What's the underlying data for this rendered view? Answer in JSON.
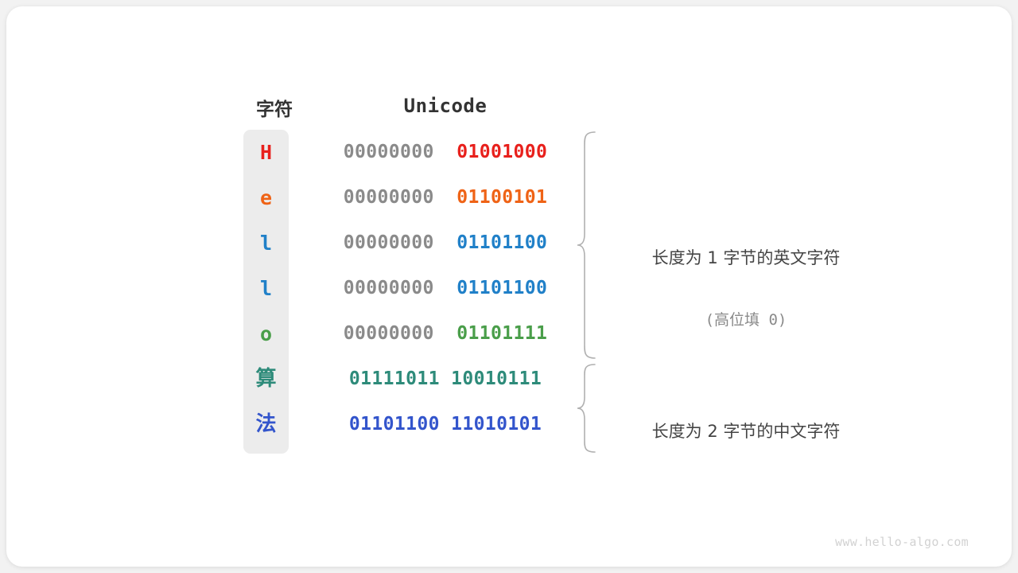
{
  "headers": {
    "char": "字符",
    "unicode": "Unicode"
  },
  "rows": [
    {
      "char": "H",
      "char_color": "#e8201c",
      "high_bits": "00000000",
      "low_bits": "01001000",
      "low_color": "#e8201c",
      "cjk": false
    },
    {
      "char": "e",
      "char_color": "#ef6316",
      "high_bits": "00000000",
      "low_bits": "01100101",
      "low_color": "#ef6316",
      "cjk": false
    },
    {
      "char": "l",
      "char_color": "#2080c8",
      "high_bits": "00000000",
      "low_bits": "01101100",
      "low_color": "#2080c8",
      "cjk": false
    },
    {
      "char": "l",
      "char_color": "#2080c8",
      "high_bits": "00000000",
      "low_bits": "01101100",
      "low_color": "#2080c8",
      "cjk": false
    },
    {
      "char": "o",
      "char_color": "#4a9e4a",
      "high_bits": "00000000",
      "low_bits": "01101111",
      "low_color": "#4a9e4a",
      "cjk": false
    },
    {
      "char": "算",
      "char_color": "#2e8b7a",
      "high_bits": "",
      "low_bits": "01111011 10010111",
      "low_color": "#2e8b7a",
      "cjk": true
    },
    {
      "char": "法",
      "char_color": "#3355cc",
      "high_bits": "",
      "low_bits": "01101100 11010101",
      "low_color": "#3355cc",
      "cjk": true
    }
  ],
  "annotations": {
    "english": {
      "main": "长度为 1 字节的英文字符",
      "sub": "(高位填 0)"
    },
    "chinese": {
      "main": "长度为 2 字节的中文字符"
    }
  },
  "watermark": "www.hello-algo.com",
  "colors": {
    "card_bg": "#ffffff",
    "page_bg": "#f2f2f2",
    "char_column_bg": "#ececec",
    "high_bits": "#8a8a8a",
    "brace": "#b0b0b0",
    "header_text": "#333333",
    "annotation_text": "#444444",
    "annotation_sub_text": "#8a8a8a",
    "watermark_text": "#d2d2d2"
  }
}
